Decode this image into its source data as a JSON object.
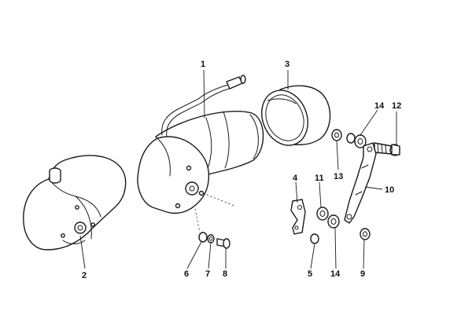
{
  "callouts": {
    "c1": "1",
    "c2": "2",
    "c3": "3",
    "c4": "4",
    "c5": "5",
    "c6": "6",
    "c7": "7",
    "c8": "8",
    "c9": "9",
    "c10": "10",
    "c11": "11",
    "c12": "12",
    "c13": "13",
    "c14a": "14",
    "c14b": "14"
  },
  "colors": {
    "line": "#1a1a1a",
    "background": "#ffffff"
  }
}
